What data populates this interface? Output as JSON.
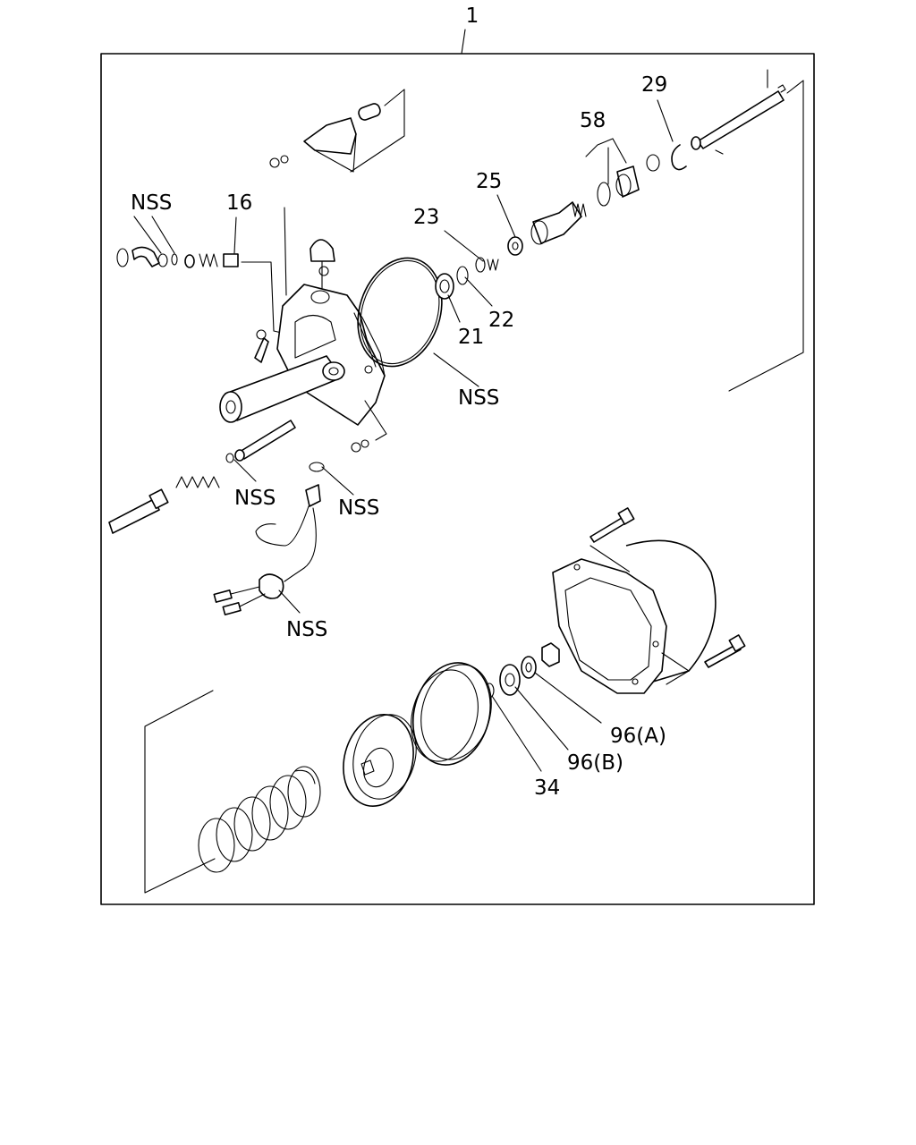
{
  "diagram": {
    "assembly_number": "1",
    "callouts": {
      "nss_top_left": "NSS",
      "p16": "16",
      "p23": "23",
      "p25": "25",
      "p58": "58",
      "p29": "29",
      "p21": "21",
      "p22": "22",
      "nss_oring": "NSS",
      "nss_left_washer": "NSS",
      "nss_center_washer": "NSS",
      "nss_bottom": "NSS",
      "p96a": "96(A)",
      "p96b": "96(B)",
      "p34": "34"
    }
  }
}
